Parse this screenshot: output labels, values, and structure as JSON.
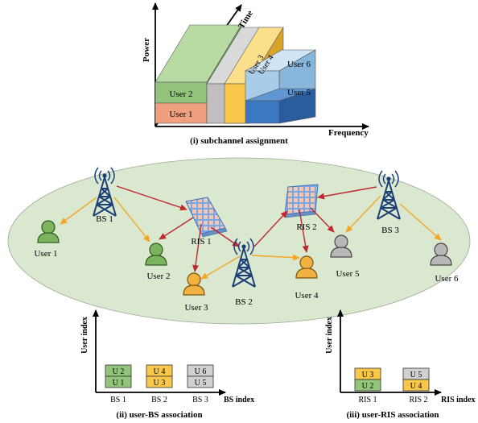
{
  "subchannel": {
    "axis_power": "Power",
    "axis_time": "Time",
    "axis_frequency": "Frequency",
    "users": [
      "User 1",
      "User 2",
      "User 3",
      "User 4",
      "User 5",
      "User 6"
    ],
    "caption": "(i) subchannel assignment"
  },
  "network": {
    "base_stations": [
      "BS 1",
      "BS 2",
      "BS 3"
    ],
    "ris": [
      "RIS 1",
      "RIS 2"
    ],
    "users": [
      "User 1",
      "User 2",
      "User 3",
      "User 4",
      "User 5",
      "User 6"
    ]
  },
  "user_bs": {
    "y_label": "User index",
    "x_label": "BS index",
    "groups": [
      {
        "name": "BS 1",
        "top": "U 2",
        "bottom": "U 1"
      },
      {
        "name": "BS 2",
        "top": "U 4",
        "bottom": "U 3"
      },
      {
        "name": "BS 3",
        "top": "U 6",
        "bottom": "U 5"
      }
    ],
    "caption": "(ii) user-BS association"
  },
  "user_ris": {
    "y_label": "User index",
    "x_label": "RIS index",
    "groups": [
      {
        "name": "RIS 1",
        "top": "U 3",
        "bottom": "U 2"
      },
      {
        "name": "RIS 2",
        "top": "U 5",
        "bottom": "U 4"
      }
    ],
    "caption": "(iii) user-RIS association"
  },
  "colors": {
    "ellipse_fill": "#d9e8cf",
    "green": "#92c47c",
    "orange": "#f0a07e",
    "gray": "#bfbfbf",
    "yellow": "#f9c84a",
    "blue": "#3a79c2",
    "light_blue": "#a9cde8",
    "signal_red": "#c0282d",
    "signal_orange": "#f5a623",
    "tower_blue": "#1c3f78"
  }
}
